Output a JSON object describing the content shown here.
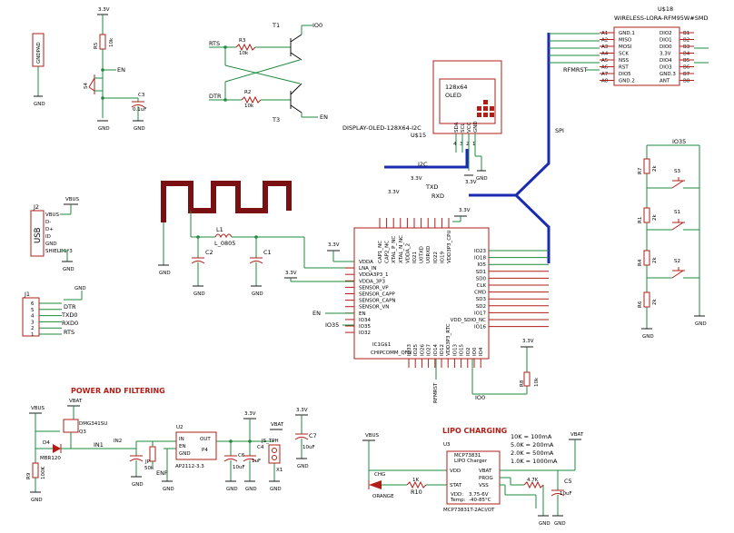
{
  "labels": {
    "gndpad": "GNDPAD",
    "gnd": "GND",
    "v33": "3.3V",
    "vbus": "VBUS",
    "vbat": "VBAT",
    "en": "EN",
    "r5": "R5",
    "r5v": "10k",
    "s4": "S4",
    "c3": "C3",
    "c3v": "0.1uF",
    "t1": "T1",
    "t3": "T3",
    "io0": "IO0",
    "rts": "RTS",
    "dtr": "DTR",
    "r3": "R3",
    "r3v": "10k",
    "r2": "R2",
    "r2v": "10k",
    "oled_line1": "128x64",
    "oled_line2": "OLED",
    "oled_pins": [
      "SDA",
      "SCL",
      "VCC",
      "GND"
    ],
    "oled_pin_nums": [
      "4",
      "3",
      "2",
      "1"
    ],
    "oled_name": "DISPLAY-OLED-128X64-I2C",
    "oled_ref": "U$15",
    "i2c": "I2C",
    "txd_top": "TXD",
    "rxd_top": "RXD",
    "spi": "SPI",
    "rfmrst": "RFMRST",
    "lora_ref": "U$18",
    "lora_name": "WIRELESS-LORA-RFM95W#SMD",
    "lora_left_pins": [
      "A1",
      "A2",
      "A3",
      "A4",
      "A5",
      "A6",
      "A7",
      "A8"
    ],
    "lora_left_names": [
      "GND.1",
      "MISO",
      "MOSI",
      "SCK",
      "NSS",
      "RST",
      "DIO5",
      "GND.2"
    ],
    "lora_right_names": [
      "DIO2",
      "DIO1",
      "DIO0",
      "3.3V",
      "DIO4",
      "DIO3",
      "GND.3",
      "ANT"
    ],
    "lora_right_pins": [
      "B1",
      "B2",
      "B3",
      "B4",
      "B5",
      "B6",
      "B7",
      "B8"
    ],
    "l1": "L1",
    "l1v": "L_0805",
    "c2": "C2",
    "c1": "C1",
    "j2": "J2",
    "usb": "USB",
    "usb_pins": [
      "VBUS",
      "D-",
      "D+",
      "ID",
      "GND",
      "SHIELD1*3"
    ],
    "j1": "J1",
    "j1_nums": [
      "6",
      "5",
      "4",
      "3",
      "2",
      "1"
    ],
    "j1_nets": [
      "DTR",
      "TXD0",
      "RXD0",
      "RTS"
    ],
    "u1_left": [
      "VDDA",
      "LNA_IN",
      "VDDA3P3_1",
      "VDDA_3P3",
      "SENSOR_VP",
      "SENSOR_CAPP",
      "SENSOR_CAPN",
      "SENSOR_VN",
      "EN",
      "IO34",
      "IO35",
      "IO32"
    ],
    "u1_top": [
      "CAP1_NC",
      "CAP2_NC",
      "XTAL_P_NC",
      "XTAL_N_NC",
      "VDDA_2",
      "IO21",
      "U0TXD",
      "U0RXD",
      "IO22",
      "IO19",
      "VDD3P3_CPU"
    ],
    "u1_right": [
      "IO23",
      "IO18",
      "IO5",
      "SD1",
      "SD0",
      "CLK",
      "CMD",
      "SD3",
      "SD2",
      "IO17",
      "VDD_SDIO_NC",
      "IO16"
    ],
    "u1_bottom": [
      "IO33",
      "IO25",
      "IO26",
      "IO27",
      "IO14",
      "IO12",
      "VDD3P3_RTC",
      "IO13",
      "IO15",
      "IO2",
      "IO0",
      "IO4"
    ],
    "u1_ref": "IC1G$1",
    "u1_name": "CHIPCOMM_QFN",
    "en_net": "EN",
    "io35_net": "IO35",
    "io0_bottom": "IO0",
    "r8": "R8",
    "r8v": "10k",
    "io35_right": "IO35",
    "r7": "R7",
    "r1": "R1",
    "r4": "R4",
    "r6": "R6",
    "rv2k": "2k",
    "s3": "S3",
    "s1": "S1",
    "s2": "S2",
    "power_title": "POWER AND FILTERING",
    "q3": "Q3",
    "q3_part": "DMG341SU",
    "d4": "D4",
    "d4_part": "MBR120",
    "r9": "R9",
    "r9v": "100K",
    "in1": "IN1",
    "in2": "IN2",
    "u2": "U2",
    "u2_pins": [
      "IN",
      "EN",
      "GND",
      "OUT"
    ],
    "u2_p4": "P4",
    "u2_part": "AP2112-3.3",
    "jp": "JP",
    "jpv": "50k",
    "enp": "ENP",
    "c6": "C6",
    "c6v": "10uF",
    "c4": "C4",
    "c4v": "1uF",
    "js_tph": "JS_TPH",
    "x1": "X1",
    "c7": "C7",
    "c7v": "10uF",
    "lipo_title": "LIPO CHARGING",
    "charge_table": [
      "10K = 100mA",
      "5.0K = 200mA",
      "2.0K = 500mA",
      "1.0K = 1000mA"
    ],
    "u3": "U3",
    "u3_part": "MCP73831",
    "u3_sub": "LIPO Charger",
    "u3_pins": [
      "VDD",
      "VBAT",
      "PROG",
      "STAT",
      "VSS"
    ],
    "u3_spec": [
      "VDD:",
      "3.75-6V",
      "Temp:",
      "-40-85°C"
    ],
    "u3_name": "MCP73831T-2ACI/OT",
    "chg": "CHG",
    "orange": "ORANGE",
    "r10": "R10",
    "r10v": "1K",
    "r47": "4.7K",
    "c5": "C5",
    "c5v": "10uF"
  }
}
